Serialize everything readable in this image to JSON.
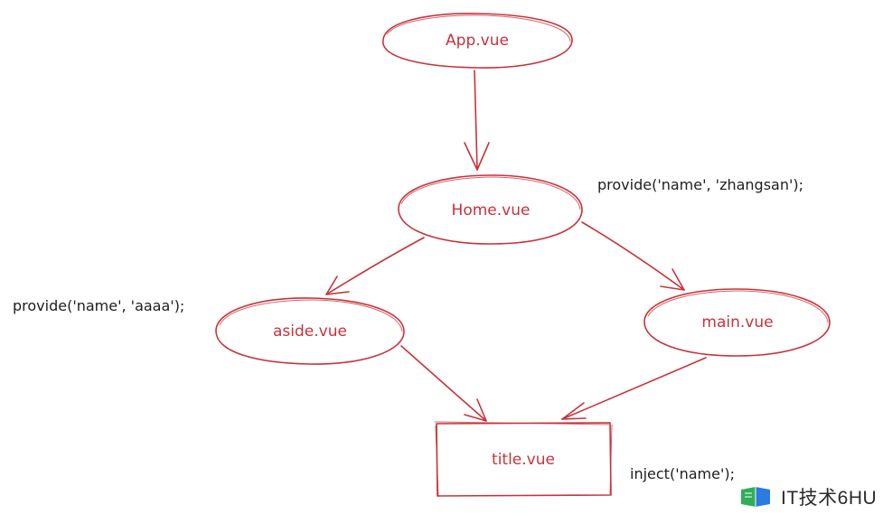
{
  "diagram": {
    "nodes": {
      "app": "App.vue",
      "home": "Home.vue",
      "aside": "aside.vue",
      "main": "main.vue",
      "title": "title.vue"
    },
    "annotations": {
      "home_provide": "provide('name', 'zhangsan');",
      "aside_provide": "provide('name', 'aaaa');",
      "title_inject": "inject('name');"
    },
    "edges": [
      {
        "from": "App.vue",
        "to": "Home.vue"
      },
      {
        "from": "Home.vue",
        "to": "aside.vue"
      },
      {
        "from": "Home.vue",
        "to": "main.vue"
      },
      {
        "from": "aside.vue",
        "to": "title.vue"
      },
      {
        "from": "main.vue",
        "to": "title.vue"
      }
    ],
    "colors": {
      "stroke": "#c7333b",
      "node_text": "#c7333b",
      "annotation_text": "#1e1e1e"
    }
  },
  "watermark": {
    "text": "IT技术6HU",
    "icon": "wechat-logo-icon"
  }
}
